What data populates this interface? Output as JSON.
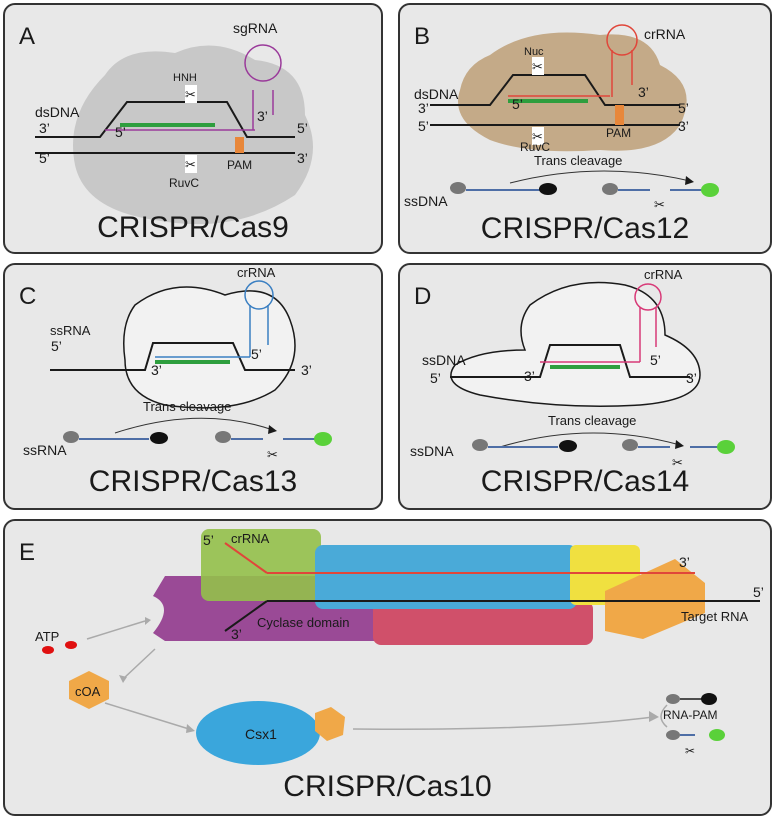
{
  "colors": {
    "dna_blue": "#4e6ea6",
    "guide_green": "#2e9e3e",
    "sgRNA_purple": "#9a3a9a",
    "crRNA_red": "#e0463a",
    "crRNA_blue": "#3a7fc2",
    "crRNA_pink": "#d83a78",
    "pam_orange": "#e8873a",
    "cas9_gray": "#c8c8c8",
    "cas12_tan": "#c4aa88",
    "reporter_green": "#5ad13a",
    "cas10_purple": "#9a4a96",
    "cas10_green": "#93c04a",
    "cas10_blue": "#4aaad8",
    "cas10_red": "#d0506a",
    "cas10_yellow": "#f0e040",
    "cas10_orange": "#f0a848",
    "csx1_blue": "#3aa6dc"
  },
  "panels": {
    "A": {
      "letter": "A",
      "title": "CRISPR/Cas9",
      "labels": {
        "sgRNA": "sgRNA",
        "HNH": "HNH",
        "dsDNA": "dsDNA",
        "RuvC": "RuvC",
        "PAM": "PAM",
        "l3": "3’",
        "l5": "5’",
        "r5": "5’",
        "r3": "3’",
        "in5": "5’",
        "rna3": "3’"
      }
    },
    "B": {
      "letter": "B",
      "title": "CRISPR/Cas12",
      "labels": {
        "crRNA": "crRNA",
        "Nuc": "Nuc",
        "dsDNA": "dsDNA",
        "RuvC": "RuvC",
        "PAM": "PAM",
        "trans": "Trans cleavage",
        "ssDNA": "ssDNA",
        "l3": "3’",
        "l5": "5’",
        "r5": "5’",
        "r3": "3’",
        "in5": "5’",
        "rna3": "3’"
      }
    },
    "C": {
      "letter": "C",
      "title": "CRISPR/Cas13",
      "labels": {
        "crRNA": "crRNA",
        "ssRNA": "ssRNA",
        "trans": "Trans cleavage",
        "ssRNA2": "ssRNA",
        "l5": "5’",
        "r3": "3’",
        "in3": "3’",
        "in5": "5’"
      }
    },
    "D": {
      "letter": "D",
      "title": "CRISPR/Cas14",
      "labels": {
        "crRNA": "crRNA",
        "ssDNA": "ssDNA",
        "trans": "Trans cleavage",
        "ssDNA2": "ssDNA",
        "l5": "5’",
        "r3": "3’",
        "in3": "3’",
        "in5": "5’"
      }
    },
    "E": {
      "letter": "E",
      "title": "CRISPR/Cas10",
      "labels": {
        "crRNA": "crRNA",
        "five": "5’",
        "three_top": "3’",
        "three_bottom": "3’",
        "target_5": "5’",
        "target_rna": "Target RNA",
        "cyclase": "Cyclase domain",
        "atp": "ATP",
        "coa": "cOA",
        "csx1": "Csx1",
        "rna_pam": "RNA-PAM"
      }
    }
  }
}
